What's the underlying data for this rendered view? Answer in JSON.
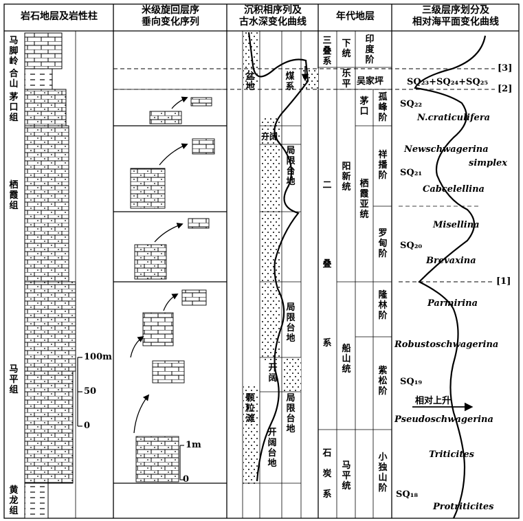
{
  "headers": {
    "col1": "岩石地层及岩性柱",
    "col2_l1": "米级旋回层序",
    "col2_l2": "垂向变化序列",
    "col3_l1": "沉积相序列及",
    "col3_l2": "古水深变化曲线",
    "col4": "年代地层",
    "col5_l1": "三级层序划分及",
    "col5_l2": "相对海平面变化曲线"
  },
  "formations": [
    "马脚岭",
    "合山",
    "茅口组",
    "栖霞组",
    "马平组",
    "黄龙组"
  ],
  "thickness_scale": {
    "top": "100m",
    "mid": "50",
    "bottom": "0"
  },
  "cycle_scale": {
    "top": "1m",
    "bottom": "0"
  },
  "facies": [
    "盆地",
    "煤系",
    "开阔",
    "局限台地",
    "局限台地",
    "开阔",
    "颗粒滩",
    "局限台地",
    "开阔台地"
  ],
  "systems": [
    "三叠系",
    "二叠系",
    "石炭系"
  ],
  "series": [
    "下统",
    "乐平",
    "阳新统",
    "船山统",
    "马平统"
  ],
  "stages": [
    "印度阶",
    "吴家坪",
    "茅口",
    "孤峰阶",
    "栖霞亚统",
    "祥播阶",
    "罗甸阶",
    "隆林阶",
    "紫松阶",
    "小独山阶"
  ],
  "boundaries": [
    "[3]",
    "[2]",
    "[1]"
  ],
  "sequences": {
    "sq_top": "SQ₂₃+SQ₂₄+SQ₂₅",
    "sq22": "SQ₂₂",
    "sq21": "SQ₂₁",
    "sq20": "SQ₂₀",
    "sq19": "SQ₁₉",
    "sq18": "SQ₁₈"
  },
  "fossils": [
    "N.craticulifera",
    "Newschwagerina",
    "simplex",
    "Cabcelellina",
    "Misellina",
    "Brevaxina",
    "Parmirina",
    "Robustoschwagerina",
    "Pseudoschwagerina",
    "Triticites",
    "Protriticites"
  ],
  "rise_label": "相对上升"
}
